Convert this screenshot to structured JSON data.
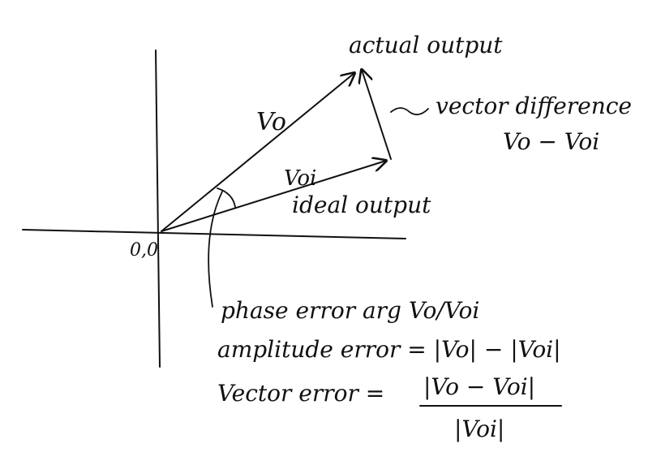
{
  "labels": {
    "actual_output": "actual output",
    "vo": "Vo",
    "vector_difference": "vector difference",
    "vo_minus_voi": "Vo − Voi",
    "voi": "Voi",
    "ideal_output": "ideal output",
    "origin": "0,0",
    "phase_error": "phase error arg Vo/Voi",
    "amplitude_error": "amplitude error = |Vo| − |Voi|",
    "vector_error_lhs": "Vector error =",
    "vector_error_numerator": "|Vo − Voi|",
    "vector_error_denominator": "|Voi|"
  },
  "style": {
    "ink_color": "#111111",
    "background": "#ffffff"
  }
}
